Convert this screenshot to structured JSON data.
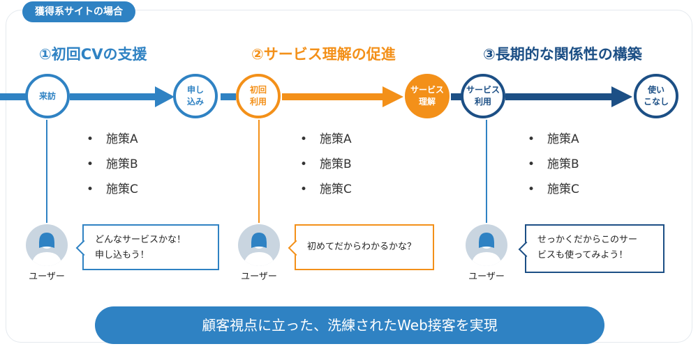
{
  "tag": "獲得系サイトの場合",
  "stages": [
    {
      "title": "①初回CVの支援",
      "color": "#2f82c3",
      "start_node": "来訪",
      "end_node": "申し\n込み",
      "measures": [
        "施策A",
        "施策B",
        "施策C"
      ],
      "user_label": "ユーザー",
      "bubble": [
        "どんなサービスかな！",
        "申し込もう！"
      ]
    },
    {
      "title": "②サービス理解の促進",
      "color": "#f39019",
      "start_node": "初回\n利用",
      "end_node": "サービス\n理解",
      "measures": [
        "施策A",
        "施策B",
        "施策C"
      ],
      "user_label": "ユーザー",
      "bubble": [
        "初めてだからわかるかな？"
      ]
    },
    {
      "title": "③長期的な関係性の構築",
      "color": "#1c4f85",
      "start_node": "サービス\n利用",
      "end_node": "使い\nこなし",
      "measures": [
        "施策A",
        "施策B",
        "施策C"
      ],
      "user_label": "ユーザー",
      "bubble": [
        "せっかくだからこのサー",
        "ビスも使ってみよう！"
      ]
    }
  ],
  "banner": "顧客視点に立った、洗練されたWeb接客を実現"
}
